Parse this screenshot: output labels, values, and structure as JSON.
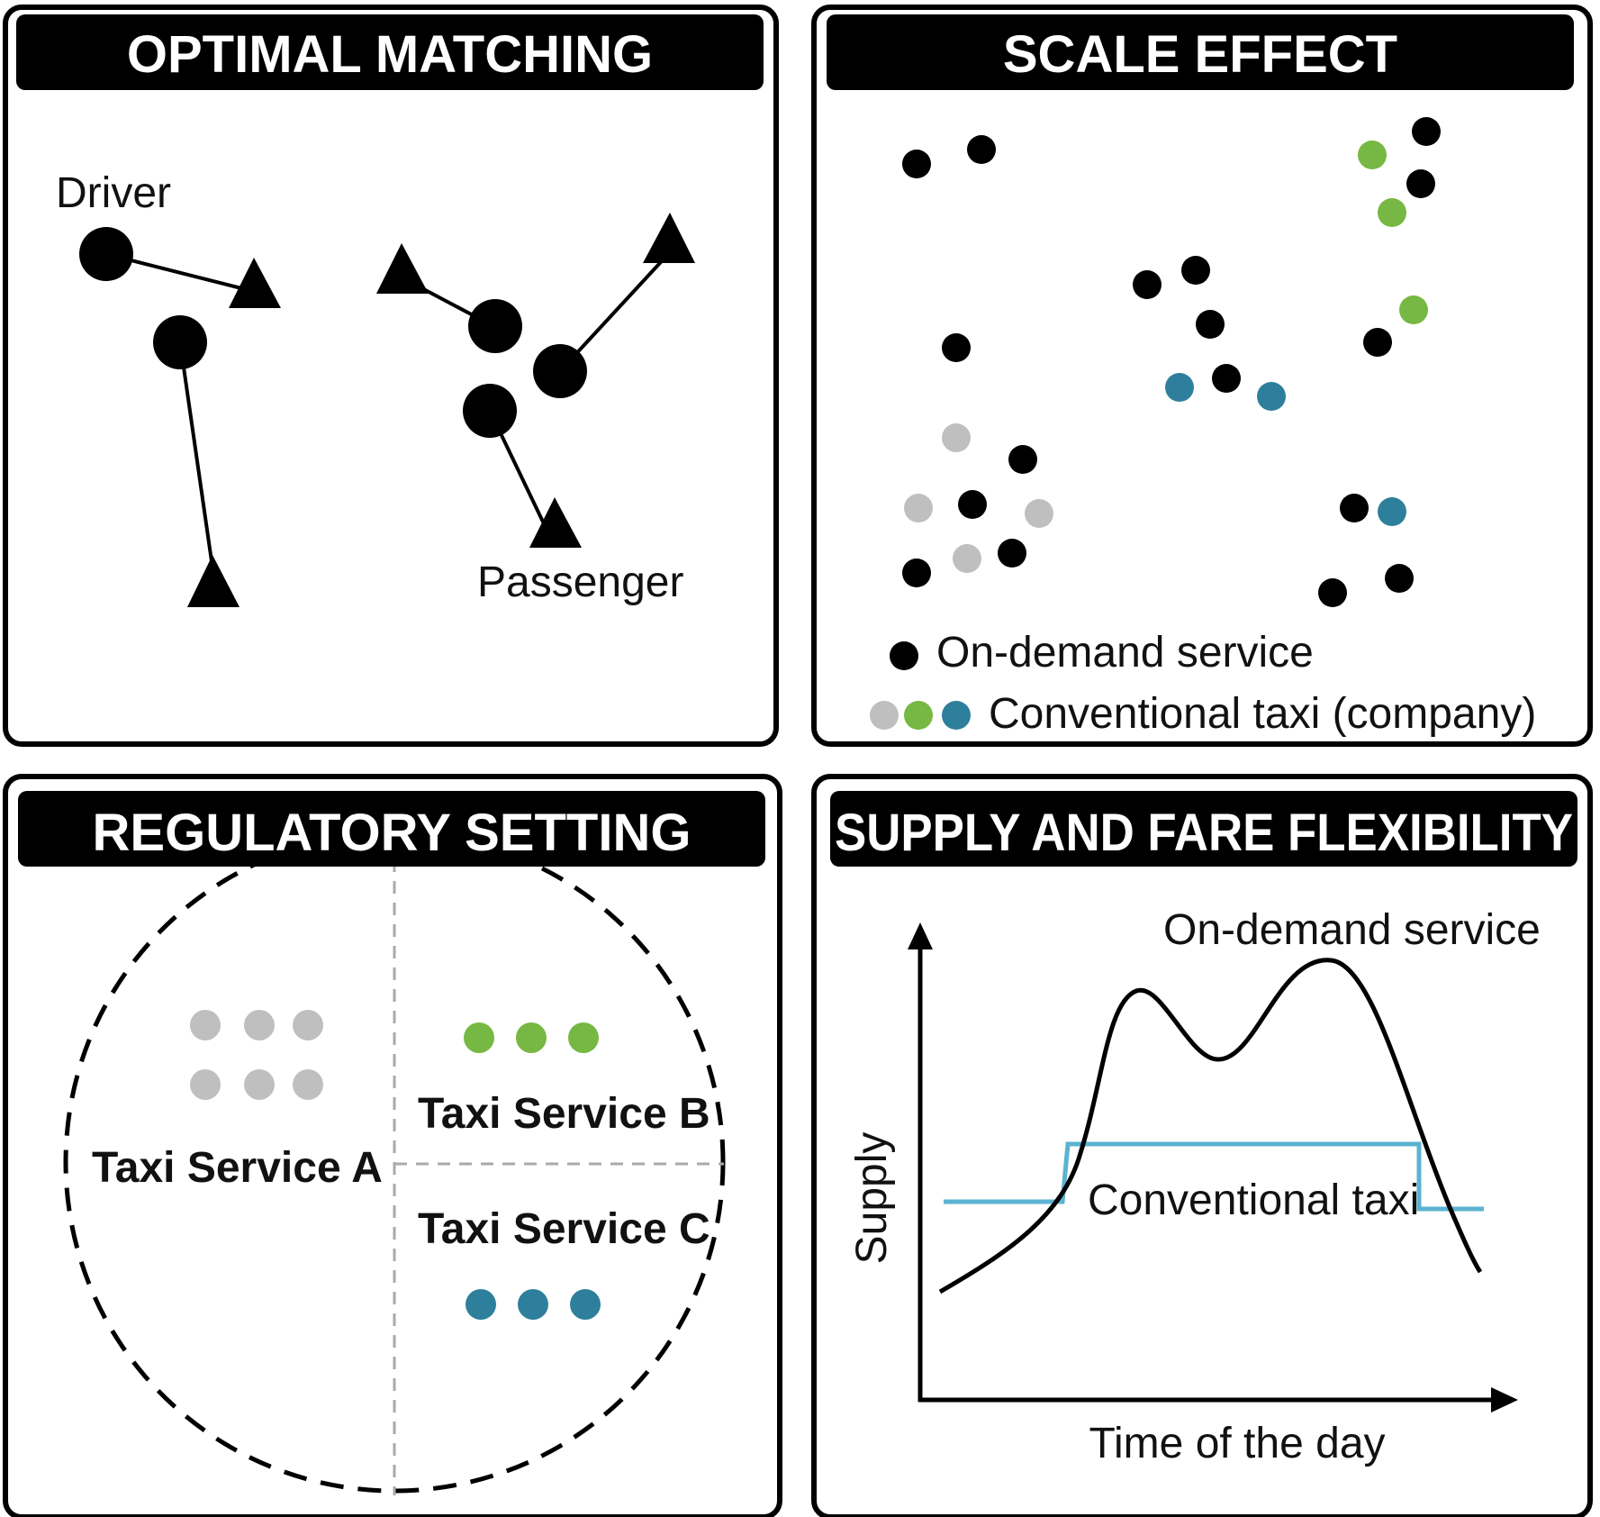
{
  "colors": {
    "ink": "#000000",
    "gray": "#bfbfbf",
    "green": "#76b843",
    "blue": "#2e7f9c",
    "conventional_line": "#5bb3d1"
  },
  "panels": {
    "optimal_matching": {
      "title": "OPTIMAL MATCHING",
      "driver_label": "Driver",
      "passenger_label": "Passenger",
      "icons": [
        "circle-driver-icon",
        "triangle-passenger-icon"
      ]
    },
    "scale_effect": {
      "title": "SCALE EFFECT",
      "legend": {
        "on_demand": "On-demand service",
        "conventional": "Conventional taxi (company)"
      }
    },
    "regulatory_setting": {
      "title": "REGULATORY SETTING",
      "service_a": "Taxi Service A",
      "service_b": "Taxi Service B",
      "service_c": "Taxi Service C"
    },
    "supply_flexibility": {
      "title": "SUPPLY AND FARE FLEXIBILITY",
      "on_demand_label": "On-demand service",
      "conventional_label": "Conventional taxi",
      "y_axis_label": "Supply",
      "x_axis_label": "Time of the day"
    }
  }
}
